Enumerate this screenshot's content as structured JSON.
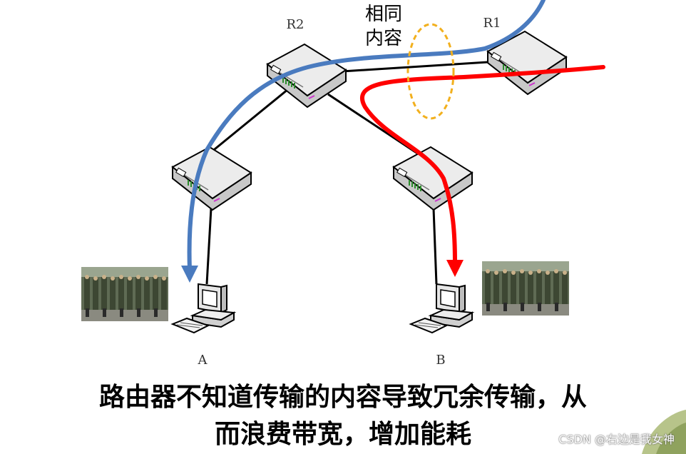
{
  "labels": {
    "router_r2": "R2",
    "router_r1": "R1",
    "note_line1": "相同",
    "note_line2": "内容",
    "host_a": "A",
    "host_b": "B"
  },
  "caption": {
    "line1": "路由器不知道传输的内容导致冗余传输，从",
    "line2": "而浪费带宽，增加能耗"
  },
  "watermark": "CSDN @右边是我女神",
  "colors": {
    "blue_flow": "#4a7bbf",
    "red_flow": "#ff0000",
    "highlight_ellipse": "#f2b01e",
    "link": "#000000"
  },
  "icons": [
    "router-icon",
    "computer-icon",
    "soldiers-photo"
  ]
}
